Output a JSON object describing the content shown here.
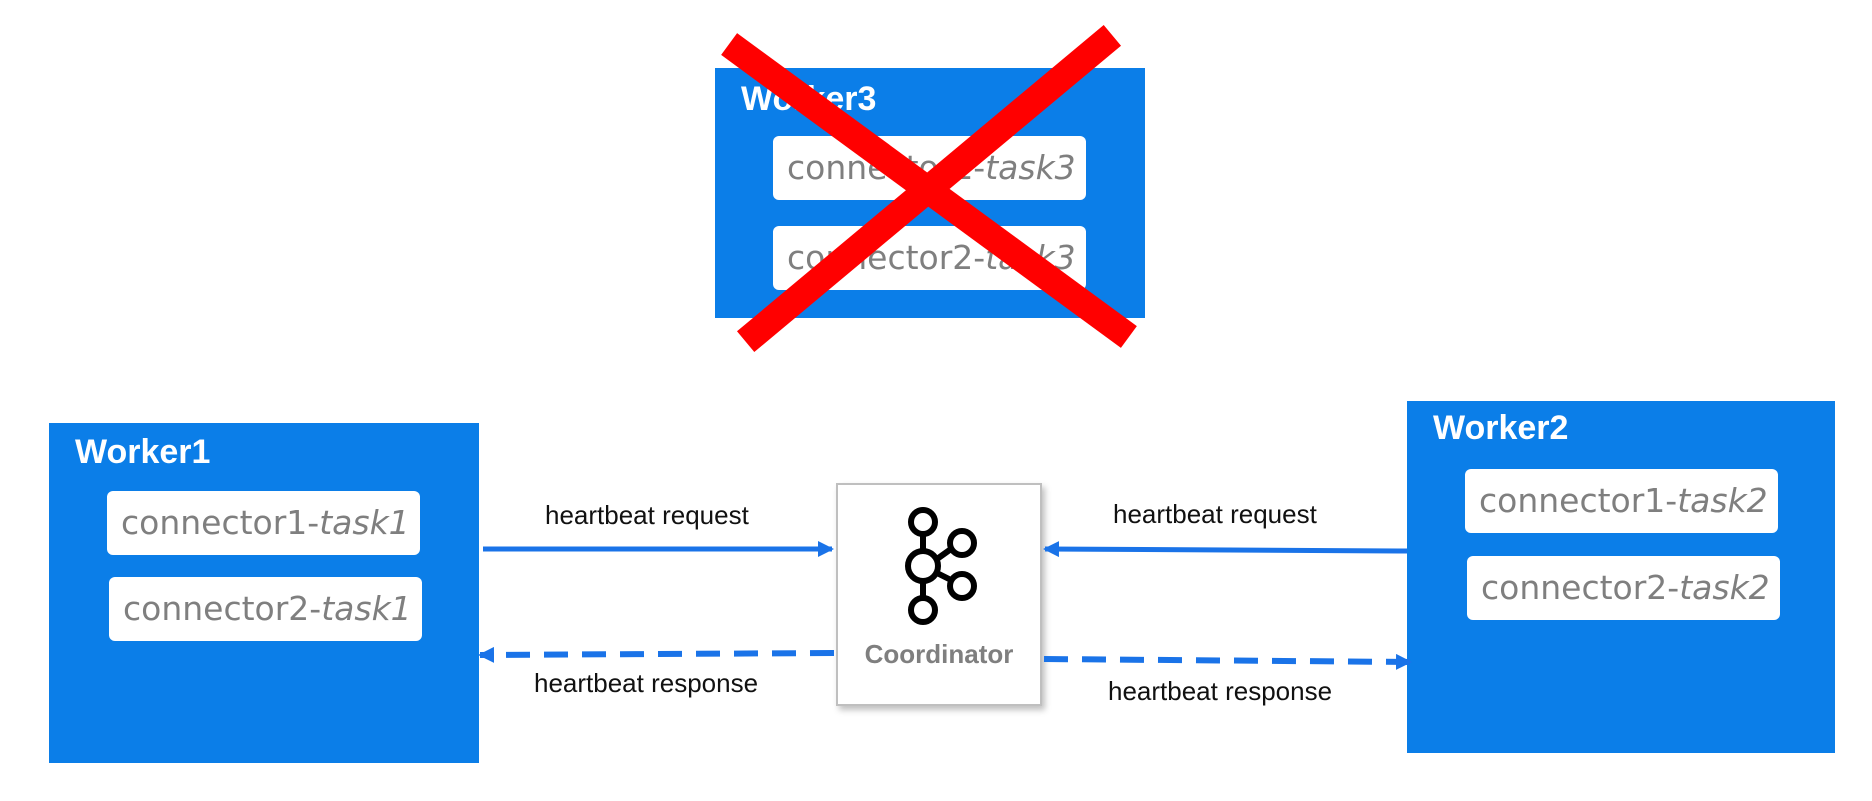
{
  "workers": {
    "worker3": {
      "title": "Worker3",
      "tasks": [
        {
          "connector": "connector1-",
          "task": "task3"
        },
        {
          "connector": "connector2-",
          "task": "task3"
        }
      ],
      "status": "crossed-out"
    },
    "worker1": {
      "title": "Worker1",
      "tasks": [
        {
          "connector": "connector1-",
          "task": "task1"
        },
        {
          "connector": "connector2-",
          "task": "task1"
        }
      ]
    },
    "worker2": {
      "title": "Worker2",
      "tasks": [
        {
          "connector": "connector1-",
          "task": "task2"
        },
        {
          "connector": "connector2-",
          "task": "task2"
        }
      ]
    }
  },
  "coordinator": {
    "label": "Coordinator",
    "icon": "kafka-logo-icon"
  },
  "edges": {
    "left_request": "heartbeat request",
    "left_response": "heartbeat response",
    "right_request": "heartbeat request",
    "right_response": "heartbeat response"
  },
  "colors": {
    "worker_blue": "#0b7ee8",
    "arrow_blue": "#1a73e8",
    "cross_red": "#ff0000",
    "task_text": "#7f7f7f"
  }
}
